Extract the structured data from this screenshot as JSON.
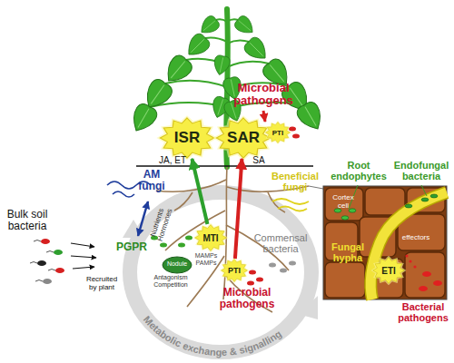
{
  "diagram": {
    "nodes": [
      {
        "text": [
          "ISR"
        ]
      },
      {
        "text": [
          "SAR"
        ]
      },
      {
        "text": [
          "PTI"
        ]
      },
      {
        "text": [
          "MTI"
        ]
      },
      {
        "text": [
          "PTI"
        ]
      },
      {
        "text": [
          "ETI"
        ]
      }
    ],
    "edges": [
      {
        "from": 3,
        "to": 0,
        "arrow": "to"
      },
      {
        "from": 4,
        "to": 1,
        "arrow": "to"
      }
    ],
    "labels": [
      "Microbial pathogens",
      "JA, ET",
      "SA",
      "AM fungi",
      "Beneficial fungi",
      "Root endophytes",
      "Endofungal bacteria",
      "Cortex cell",
      "Fungal hypha",
      "effectors",
      "Bacterial pathogens",
      "Bulk soil bacteria",
      "Recruited by plant",
      "Nutrients Hormones",
      "PGPR",
      "Nodule",
      "MAMPs PAMPs",
      "Commensal bacteria",
      "Antagonism Competition",
      "Microbial pathogens",
      "Metabolic exchange & signalling"
    ]
  }
}
